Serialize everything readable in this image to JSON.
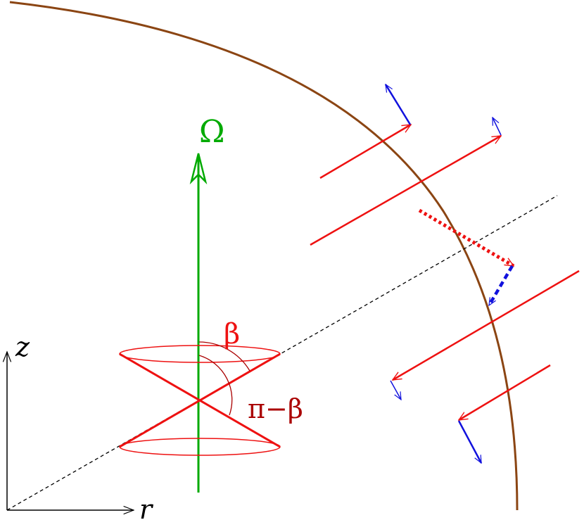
{
  "labels": {
    "omega": "Ω",
    "beta": "β",
    "pi_minus_beta": "π−β",
    "z_axis": "z",
    "r_axis": "r"
  },
  "colors": {
    "boundary": "#8b4513",
    "rotation_axis": "#00aa00",
    "field_arrow": "#ee1111",
    "perp_arrow": "#1111dd",
    "cone": "#ee1111",
    "dark_red_label": "#aa0000",
    "axes": "#000000",
    "dashed_line": "#000000"
  }
}
